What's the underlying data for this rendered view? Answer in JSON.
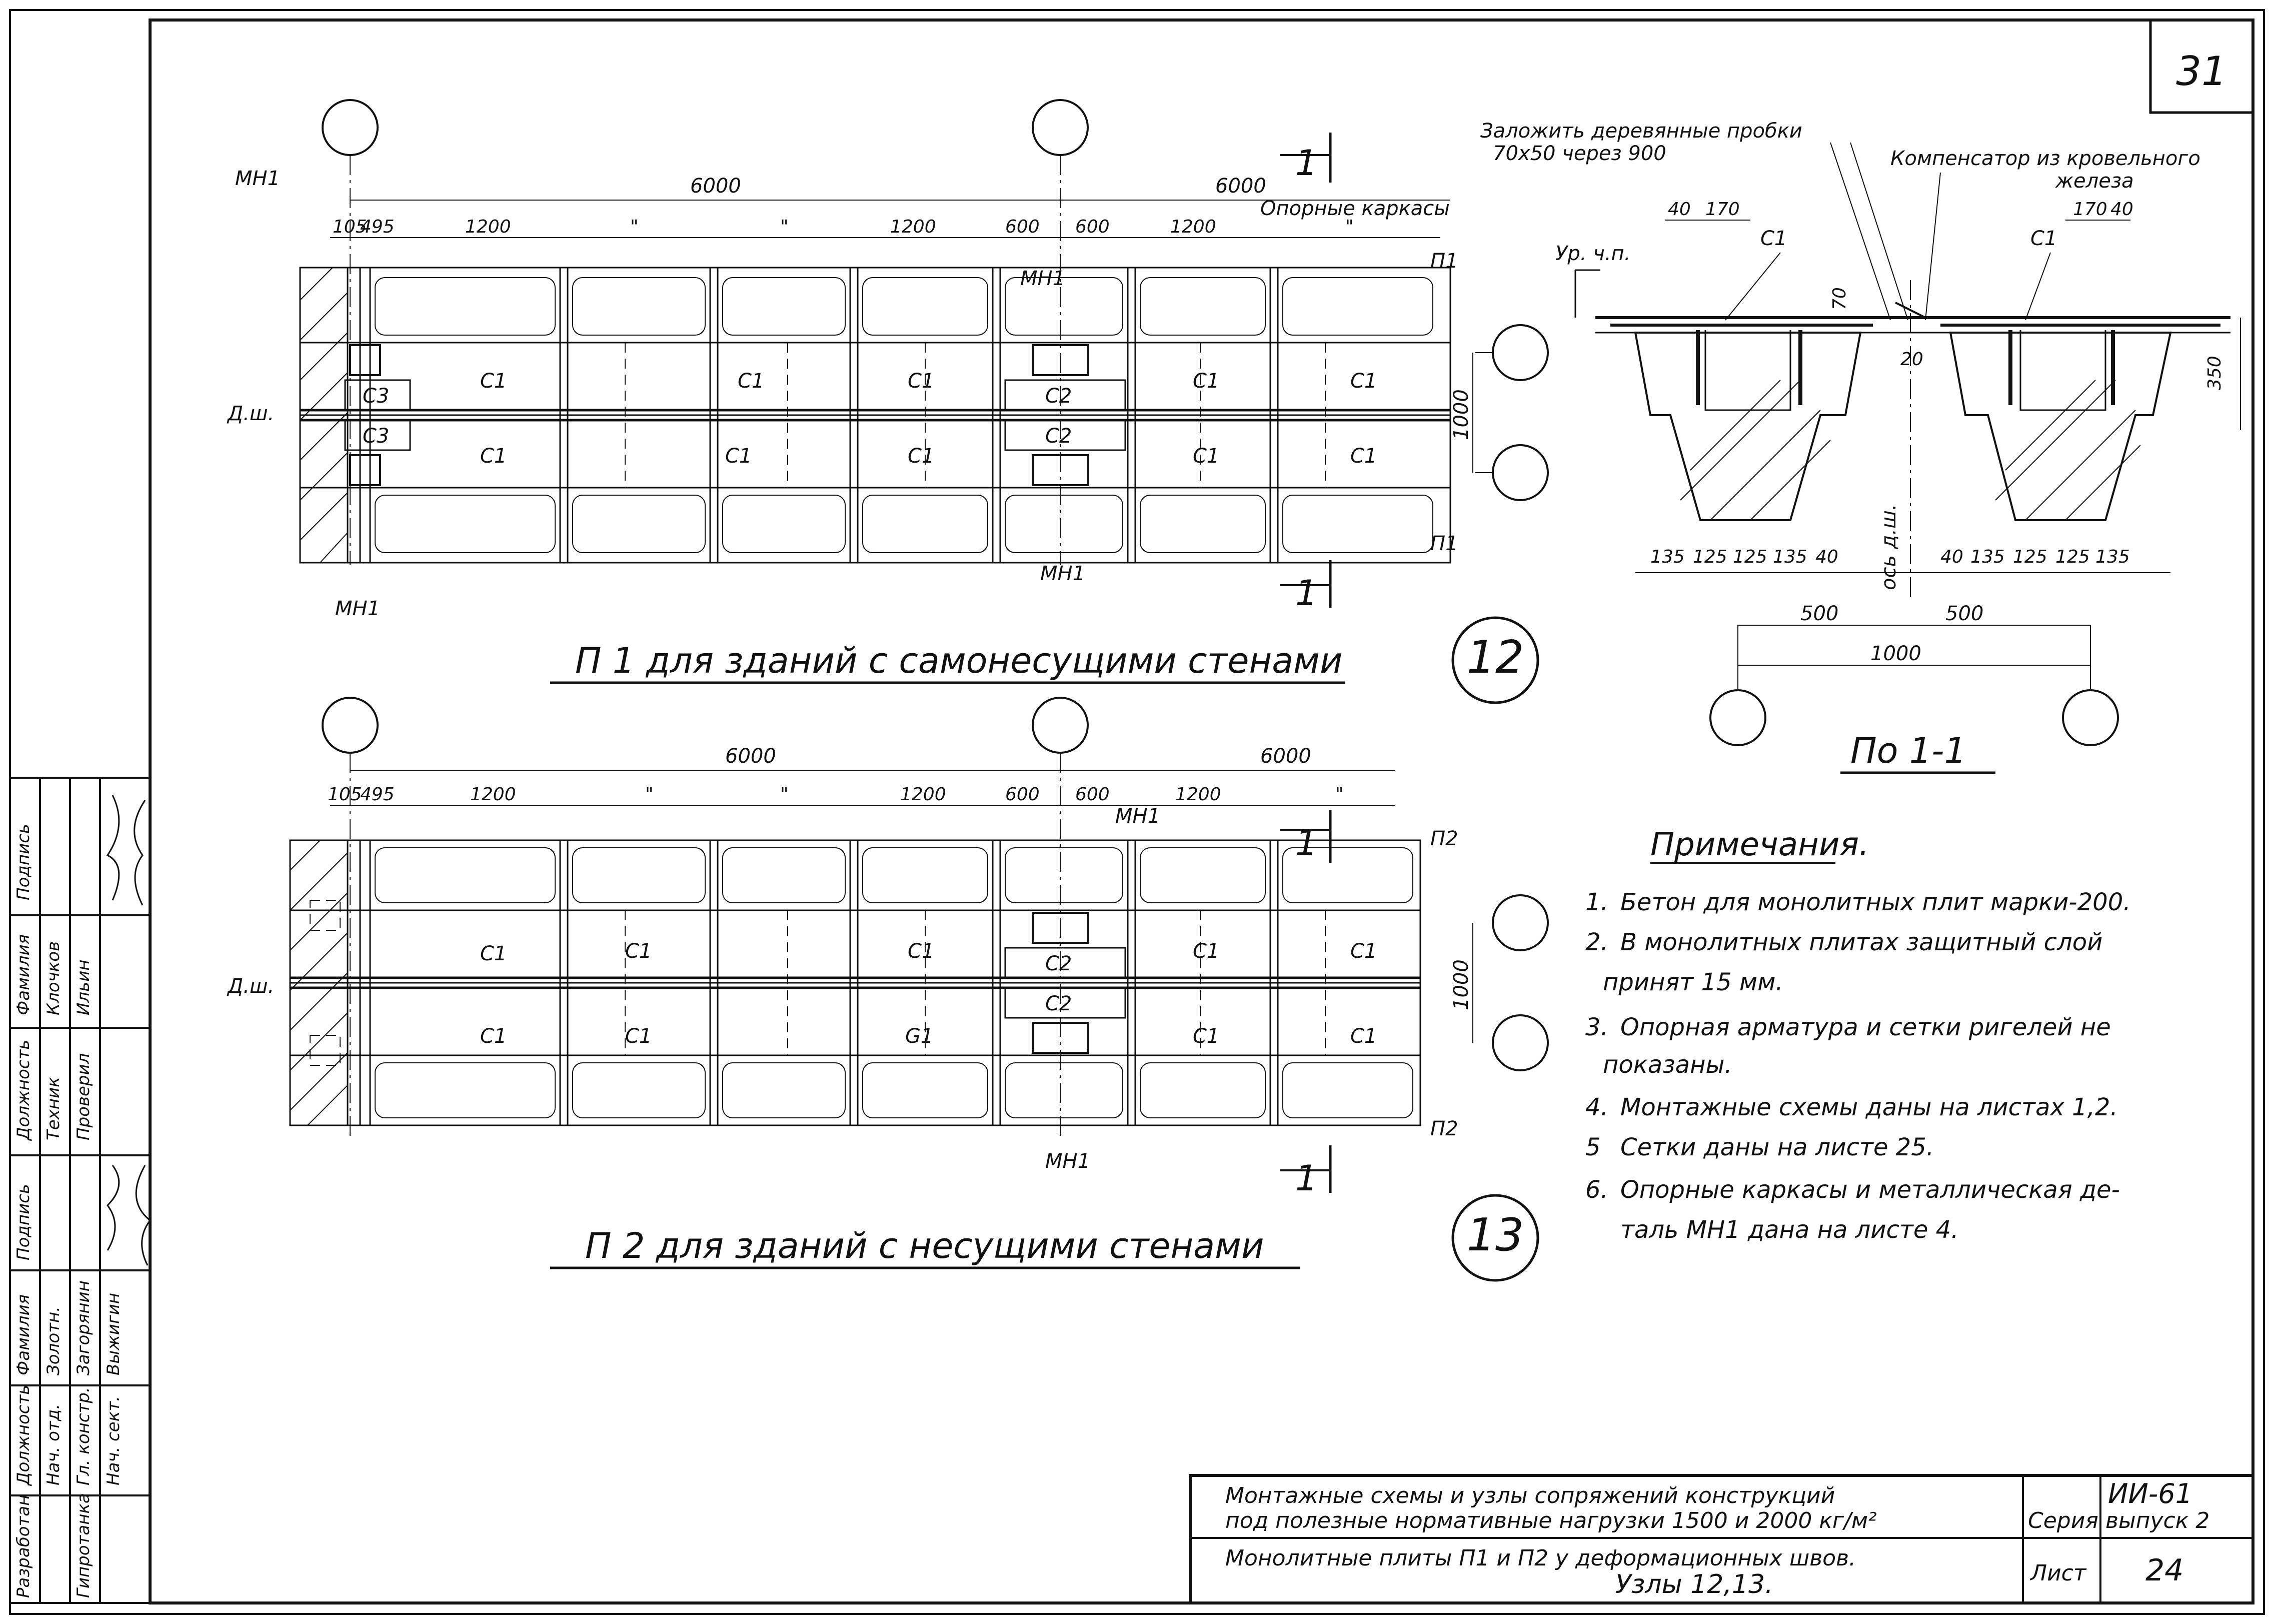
{
  "sheet_number": "31",
  "sheet_page": "24",
  "axis_circles": {
    "count_visible": 10
  },
  "plan1": {
    "title": "П 1 для зданий с самонесущими стенами",
    "node": "12",
    "span_left": "6000",
    "span_right": "6000",
    "dims": [
      "105",
      "495",
      "1200",
      "\"",
      "\"",
      "1200",
      "600",
      "600",
      "1200",
      "\""
    ],
    "width_dim": "1000",
    "wall_label": "Д.ш.",
    "section_mark": "1",
    "support_frames": "Опорные каркасы",
    "labels": {
      "mn1": "МН1",
      "c1": "С1",
      "c2": "С2",
      "c3": "С3",
      "p1": "П1"
    }
  },
  "plan2": {
    "title": "П 2 для зданий с несущими стенами",
    "node": "13",
    "span_left": "6000",
    "span_right": "6000",
    "dims": [
      "105",
      "495",
      "1200",
      "\"",
      "\"",
      "1200",
      "600",
      "600",
      "1200",
      "\""
    ],
    "width_dim": "1000",
    "wall_label": "Д.ш.",
    "section_mark": "1",
    "labels": {
      "mn1": "МН1",
      "c1": "С1",
      "c2": "С2",
      "g1": "G1",
      "p2": "П2"
    }
  },
  "section": {
    "title": "По 1-1",
    "note_plugs_1": "Заложить деревянные пробки",
    "note_plugs_2": "70х50 через 900",
    "note_comp_1": "Компенсатор из кровельного",
    "note_comp_2": "железа",
    "level": "Ур. ч.п.",
    "axis": "ось д.ш.",
    "c1": "С1",
    "dims_top_left": [
      "40",
      "170"
    ],
    "dims_top_right": [
      "170",
      "40"
    ],
    "dim_70": "70",
    "dim_20": "20",
    "dim_350": "350",
    "dims_bottom_left": [
      "135",
      "125",
      "125",
      "135",
      "40"
    ],
    "dims_bottom_right": [
      "40",
      "135",
      "125",
      "125",
      "135"
    ],
    "half_left": "500",
    "half_right": "500",
    "total": "1000"
  },
  "notes": {
    "heading": "Примечания.",
    "items": [
      {
        "num": "1.",
        "text": "Бетон для монолитных плит марки-200."
      },
      {
        "num": "2.",
        "text": "В монолитных плитах защитный слой"
      },
      {
        "num": "",
        "text": "принят 15 мм."
      },
      {
        "num": "3.",
        "text": "Опорная арматура и сетки ригелей не"
      },
      {
        "num": "",
        "text": "показаны."
      },
      {
        "num": "4.",
        "text": "Монтажные схемы даны на листах 1,2."
      },
      {
        "num": "5",
        "text": "Сетки даны на листе 25."
      },
      {
        "num": "6.",
        "text": "Опорные каркасы и металлическая де-"
      },
      {
        "num": "",
        "text": "таль МН1 дана на листе 4."
      }
    ]
  },
  "title_block": {
    "line1": "Монтажные схемы и узлы сопряжений конструкций",
    "line2": "под полезные нормативные нагрузки 1500 и 2000 кг/м²",
    "line3": "Монолитные плиты П1 и П2 у деформационных швов.",
    "line4": "Узлы 12,13.",
    "series_label": "Серия",
    "series_value": "ИИ-61",
    "issue": "выпуск 2",
    "sheet_label": "Лист"
  },
  "side_stamp": {
    "developed": "Разработан",
    "org": "Гипротанка",
    "cols_left": [
      "Должность",
      "Фамилия",
      "Подпись"
    ],
    "rows_left": [
      [
        "Нач. отд.",
        "Золотн.",
        ""
      ],
      [
        "Гл. констр.",
        "Загорянин",
        ""
      ],
      [
        "Нач. сект.",
        "Выжигин",
        ""
      ]
    ],
    "cols_right": [
      "Должность",
      "Фамилия",
      "Подпись"
    ],
    "rows_right": [
      [
        "Техник",
        "Клочков",
        ""
      ],
      [
        "Проверил",
        "Ильин",
        ""
      ]
    ]
  }
}
